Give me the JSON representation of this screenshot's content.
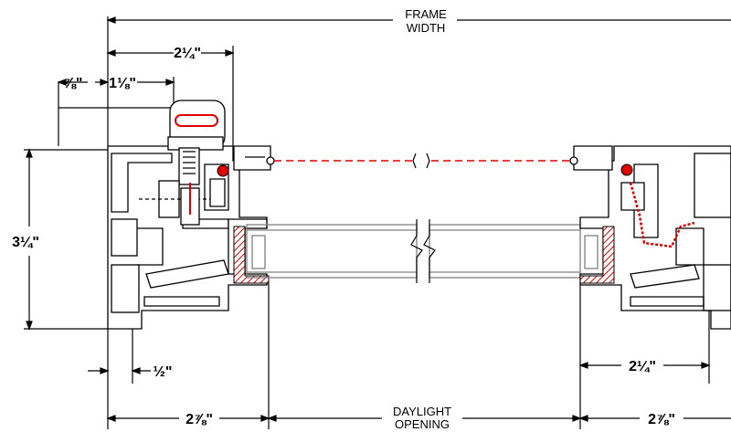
{
  "labels": {
    "frame_width_line1": "FRAME",
    "frame_width_line2": "WIDTH",
    "daylight_line1": "DAYLIGHT",
    "daylight_line2": "OPENING"
  },
  "dimensions": {
    "top_two_quarter": "2¼\"",
    "seven_eighths": "⅞\"",
    "one_eighth": "1⅛\"",
    "height": "3¼\"",
    "half": "½\"",
    "bottom_left": "2⅞\"",
    "bottom_right": "2⅞\"",
    "right_two_quarter": "2¼\""
  },
  "colors": {
    "line": "#000000",
    "accent": "#e00000",
    "profile_fill": "#ffffff",
    "glass": "#808080"
  }
}
